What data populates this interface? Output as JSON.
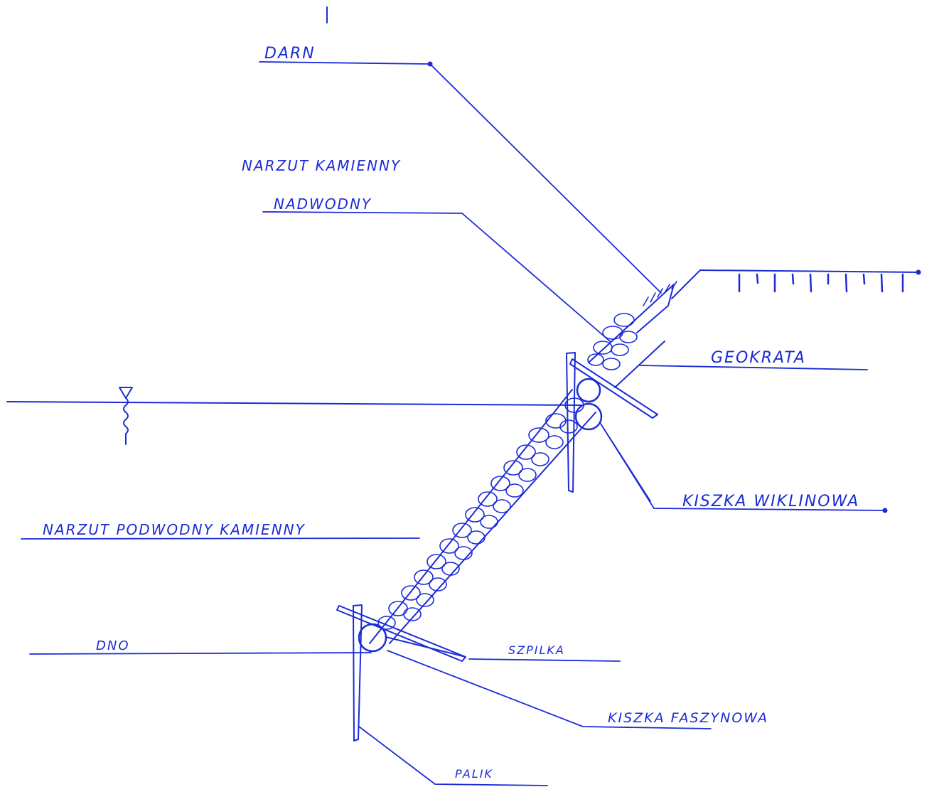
{
  "colors": {
    "ink": "#1b2bd6",
    "paper": "#ffffff"
  },
  "labels": {
    "darn": "DARN",
    "narzut_nadwodny_line1": "NARZUT KAMIENNY",
    "narzut_nadwodny_line2": "NADWODNY",
    "geokrata": "GEOKRATA",
    "kiszka_wiklinowa": "KISZKA WIKLINOWA",
    "narzut_podwodny": "NARZUT PODWODNY KAMIENNY",
    "dno": "DNO",
    "szpilka": "SZPILKA",
    "kiszka_faszynowa": "KISZKA FASZYNOWA",
    "palik": "PALIK"
  }
}
